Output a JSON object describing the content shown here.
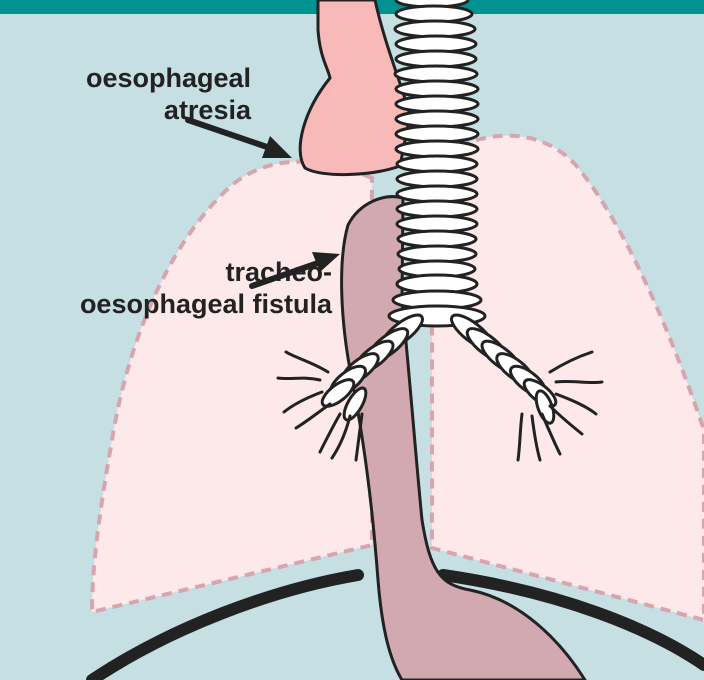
{
  "labels": {
    "atresia": {
      "line1": "oesophageal",
      "line2": "atresia"
    },
    "fistula": {
      "line1": "tracheo-",
      "line2": "oesophageal fistula"
    }
  },
  "colors": {
    "background": "#c5dfe3",
    "top_bar": "#009191",
    "lung_fill": "#fde8ea",
    "lung_outline": "#d7a5ad",
    "oesophageal_pouch": "#f8b9b9",
    "lower_oesophagus": "#d3a9b1",
    "outline": "#222222",
    "trachea_ring": "#ffffff"
  }
}
